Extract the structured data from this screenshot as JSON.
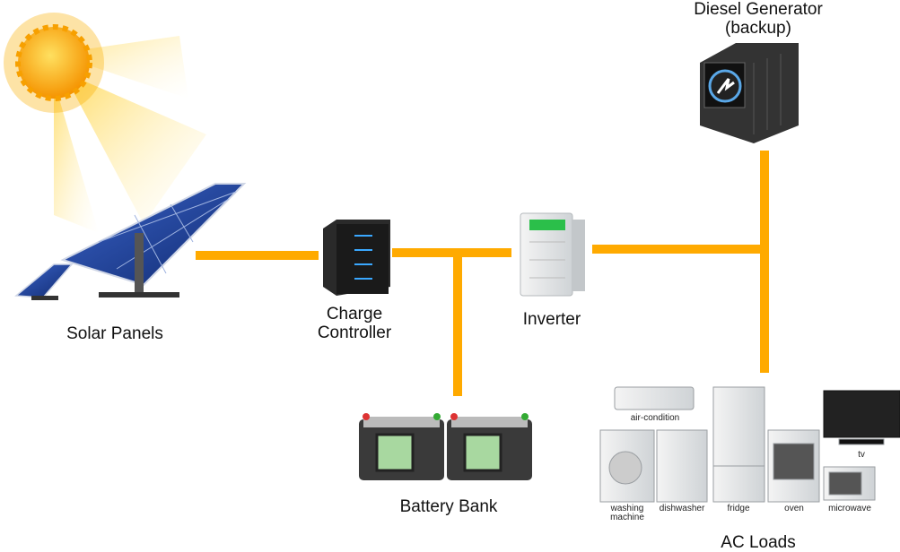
{
  "colors": {
    "wire": "#FFAA00",
    "panel": "#1f3d8f",
    "sun": "#F7A800"
  },
  "labels": {
    "diesel_generator": "Diesel Generator",
    "diesel_backup": "(backup)",
    "solar_panels": "Solar Panels",
    "charge_controller_1": "Charge",
    "charge_controller_2": "Controller",
    "inverter": "Inverter",
    "battery_bank": "Battery Bank",
    "ac_loads": "AC Loads"
  },
  "appliances": {
    "air_condition": "air-condition",
    "washing_machine_1": "washing",
    "washing_machine_2": "machine",
    "dishwasher": "dishwasher",
    "fridge": "fridge",
    "oven": "oven",
    "microwave": "microwave",
    "tv": "tv"
  }
}
